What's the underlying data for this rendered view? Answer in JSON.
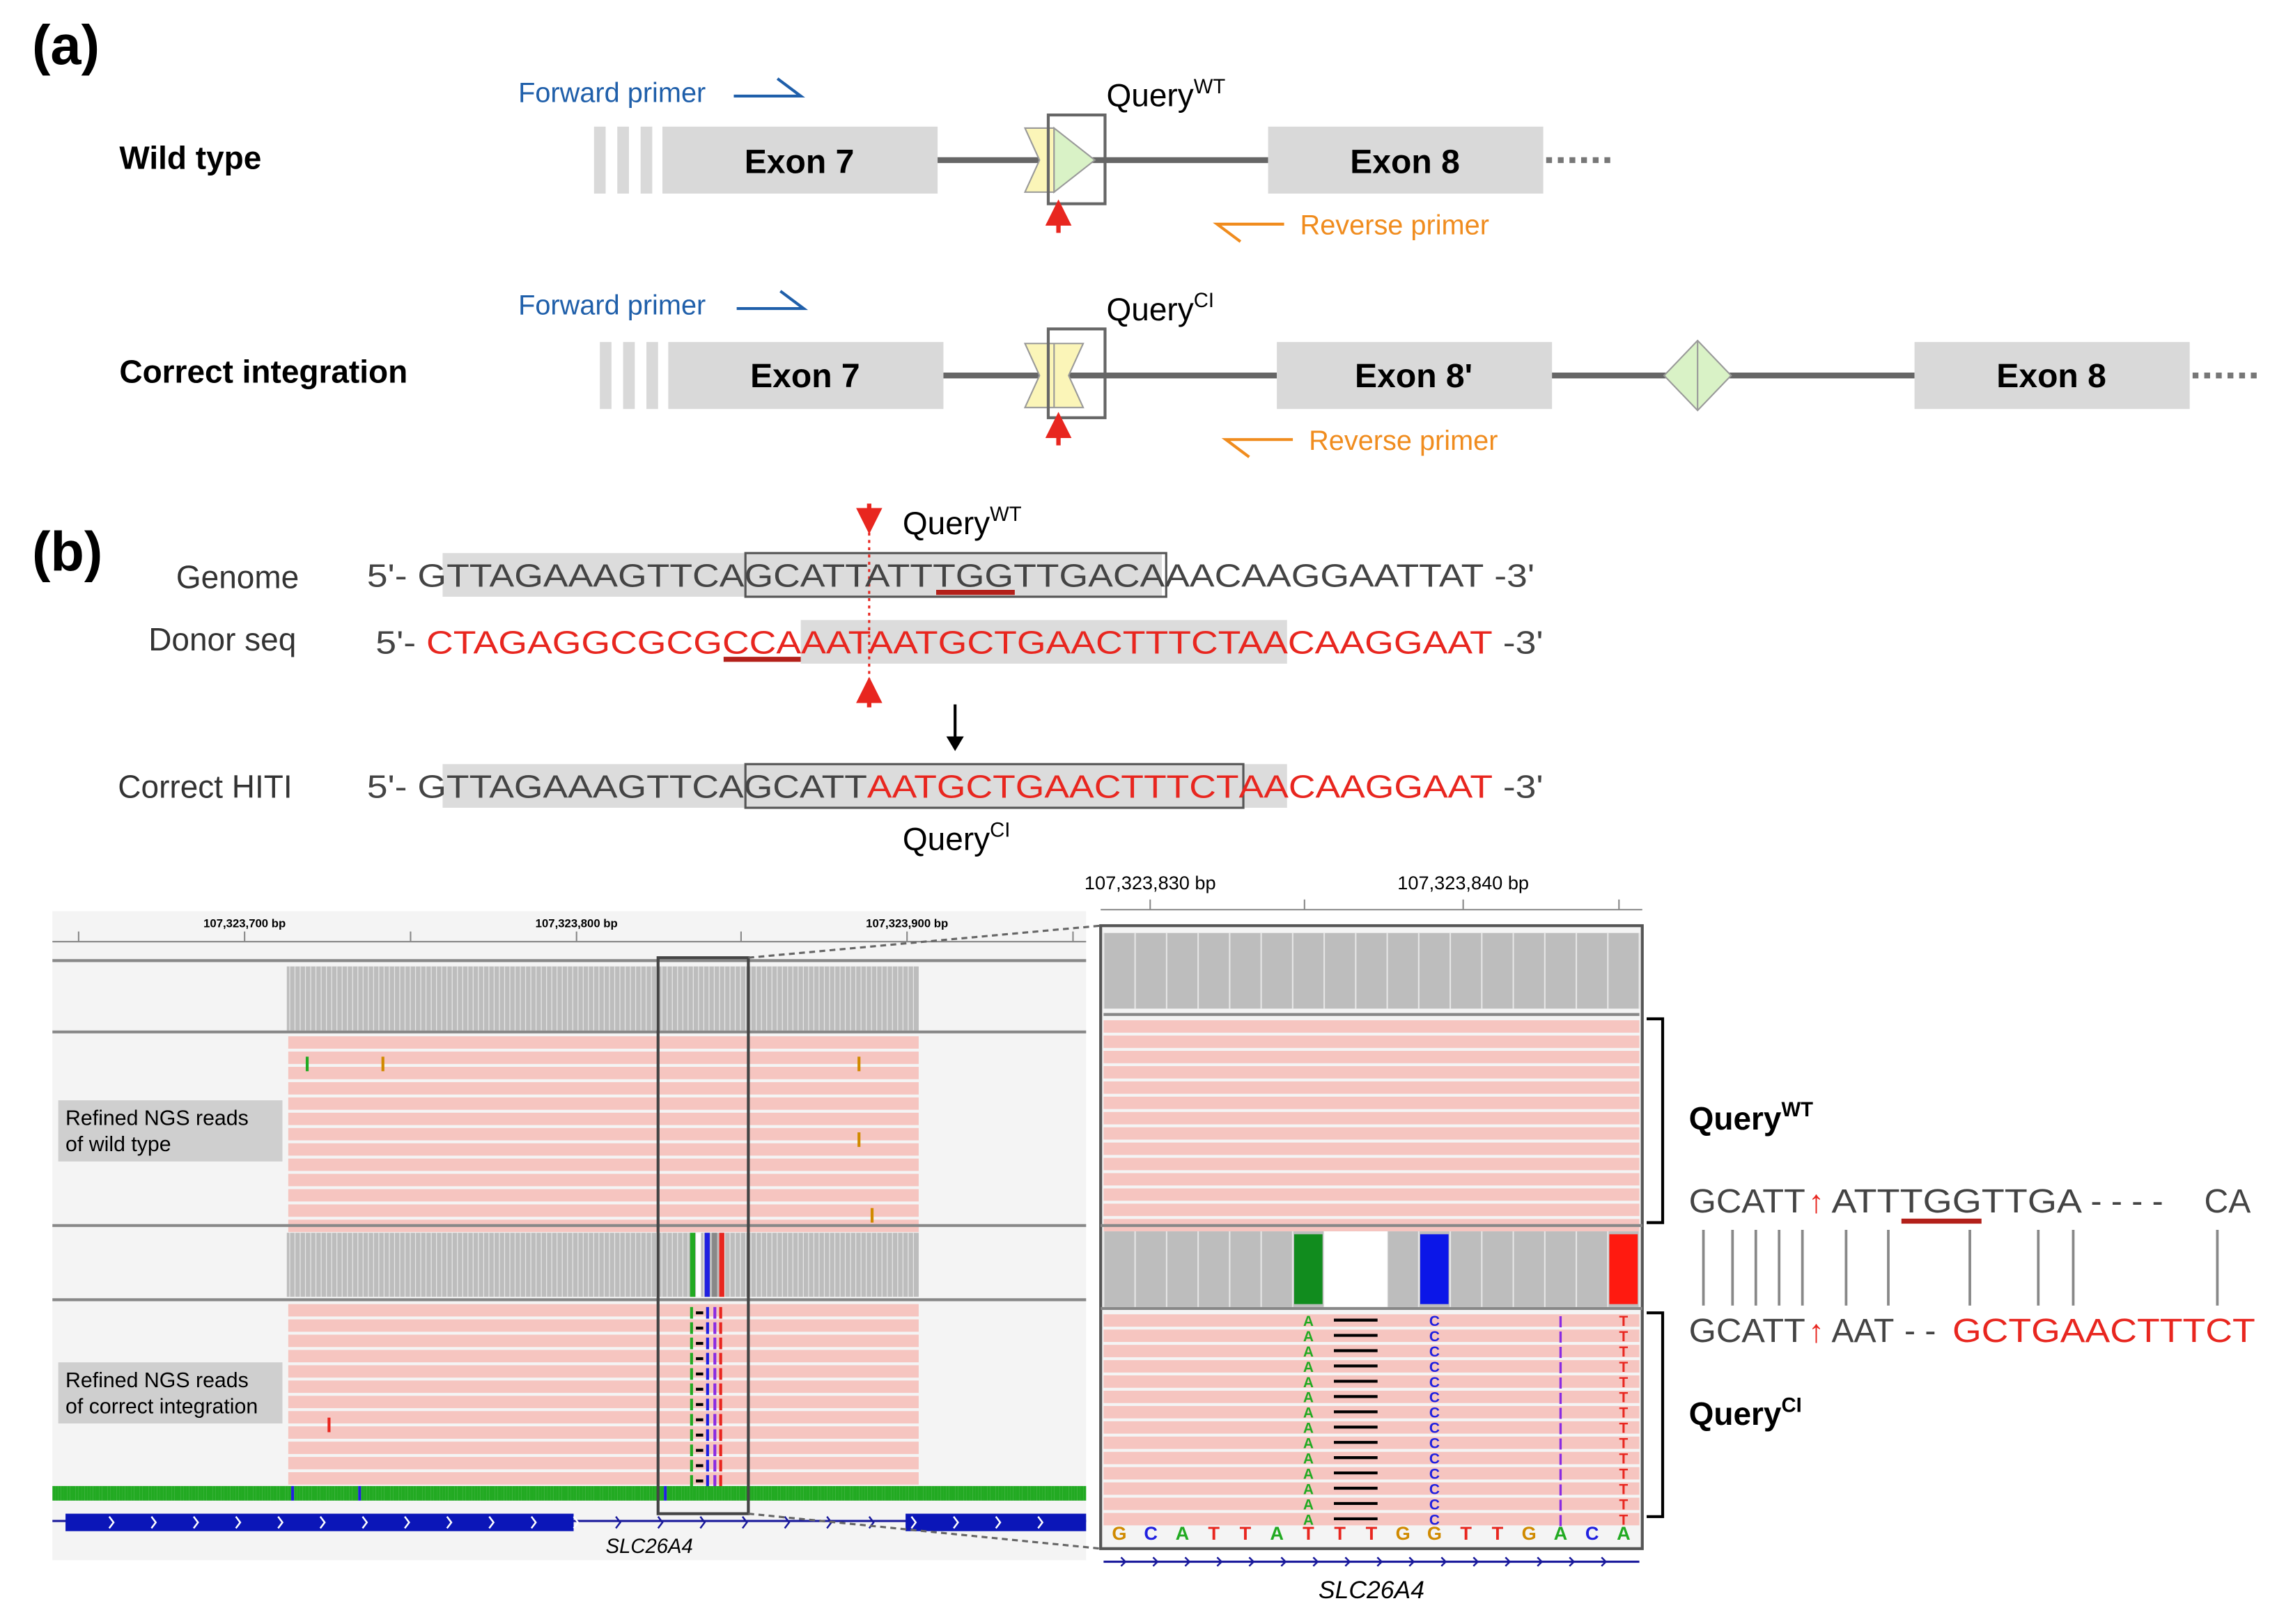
{
  "panel_a": {
    "label": "(a)",
    "wild_type": {
      "row_label": "Wild type",
      "forward_primer": "Forward primer",
      "reverse_primer": "Reverse primer",
      "exon7": "Exon 7",
      "exon8": "Exon 8",
      "query": "Query",
      "query_sup": "WT"
    },
    "correct_integration": {
      "row_label": "Correct integration",
      "forward_primer": "Forward primer",
      "reverse_primer": "Reverse primer",
      "exon7": "Exon 7",
      "exon8_prime": "Exon 8'",
      "exon8": "Exon 8",
      "query": "Query",
      "query_sup": "CI"
    }
  },
  "panel_b": {
    "label": "(b)",
    "query_wt": "Query",
    "query_wt_sup": "WT",
    "query_ci": "Query",
    "query_ci_sup": "CI",
    "genome": {
      "label": "Genome",
      "prefix": "5'- G",
      "grey": "TTAGAAAGTTCA",
      "boxed_a": "GCATTATT",
      "pam": "TGG",
      "boxed_b": "TTGACA",
      "rest": "AACAAGGAATTAT",
      "suffix": " -3'"
    },
    "donor": {
      "label": "Donor seq",
      "prefix": "5'- ",
      "red_a": "CTAGAGGCGCG",
      "pam": "CCA",
      "red_b": "AATAATGCTGAACTTTCTAA",
      "red_c": "CAAGGAAT",
      "suffix": " -3'"
    },
    "hiti": {
      "label": "Correct HITI",
      "prefix": "5'- G",
      "grey": "TTAGAAAGTTCA",
      "boxed_a": "GCATT",
      "boxed_b": "AATGCTGAACTTTCT",
      "red_c": "AACAAGGAAT",
      "suffix": " -3'"
    }
  },
  "igv_left": {
    "ticks": [
      "107,323,700 bp",
      "107,323,800 bp",
      "107,323,900 bp"
    ],
    "track_wt_label_1": "Refined NGS reads",
    "track_wt_label_2": "of wild type",
    "track_ci_label_1": "Refined NGS reads",
    "track_ci_label_2": "of correct integration",
    "gene": "SLC26A4"
  },
  "igv_right": {
    "ticks": [
      "107,323,830 bp",
      "107,323,840 bp"
    ],
    "ref_bases": [
      "G",
      "C",
      "A",
      "T",
      "T",
      "A",
      "T",
      "T",
      "T",
      "G",
      "G",
      "T",
      "T",
      "G",
      "A",
      "C",
      "A"
    ],
    "gene": "SLC26A4",
    "mismatch_col_a": "A",
    "mismatch_col_c": "C",
    "mismatch_col_i": "I",
    "mismatch_col_t": "T"
  },
  "alignment": {
    "query_wt": "Query",
    "query_wt_sup": "WT",
    "query_ci": "Query",
    "query_ci_sup": "CI",
    "wt_a": "GCATT",
    "wt_b": "ATTTGGTTGA",
    "wt_gap": "- - - -",
    "wt_c": "CA",
    "ci_a": "GCATT",
    "ci_b": "AAT",
    "ci_gap": "- -",
    "ci_red": "GCTGAACTTTCT"
  },
  "colors": {
    "blue_primer": "#1f5faa",
    "orange_primer": "#f08c1e",
    "exon_fill": "#d9d9d9",
    "read_fill": "#f6c5c0",
    "red": "#e8261f",
    "base_A": "#22aa22",
    "base_C": "#2020e0",
    "base_G": "#d08a00",
    "base_T": "#e8261f"
  }
}
